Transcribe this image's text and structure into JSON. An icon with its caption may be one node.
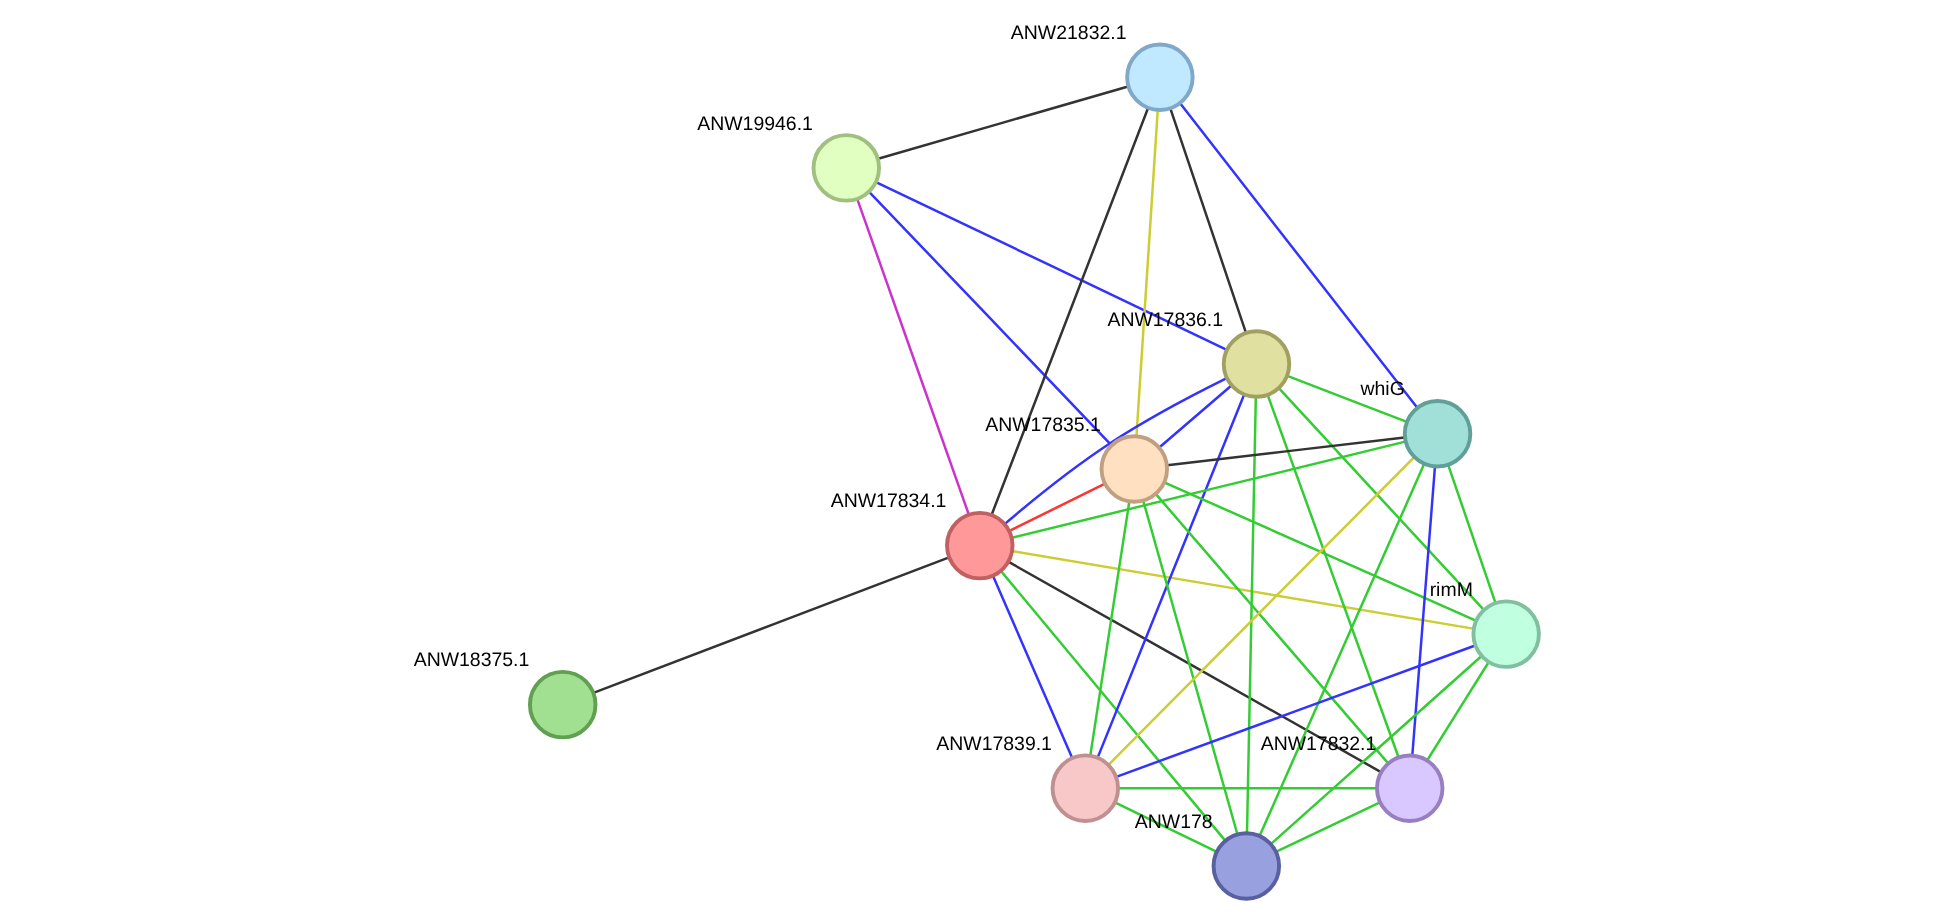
{
  "diagram": {
    "nodes": [
      {
        "text": [],
        "shape": "circle",
        "beside": [
          "ANW19946.1"
        ]
      },
      {
        "text": [],
        "shape": "circle",
        "beside": [
          "ANW21832.1"
        ]
      },
      {
        "text": [],
        "shape": "circle",
        "beside": [
          "ANW18375.1"
        ]
      },
      {
        "text": [],
        "shape": "circle",
        "beside": [
          "ANW17834.1"
        ]
      },
      {
        "text": [],
        "shape": "circle",
        "beside": [
          "ANW17836.1"
        ]
      },
      {
        "text": [],
        "shape": "circle",
        "beside": [
          "ANW17835.1"
        ]
      },
      {
        "text": [],
        "shape": "circle",
        "beside": [
          "whiG"
        ]
      },
      {
        "text": [],
        "shape": "circle",
        "beside": [
          "rimM"
        ]
      },
      {
        "text": [],
        "shape": "circle",
        "beside": [
          "ANW17839.1"
        ]
      },
      {
        "text": [],
        "shape": "circle",
        "beside": [
          "ANW17832.1"
        ]
      },
      {
        "text": [],
        "shape": "circle",
        "beside": [
          "ANW178"
        ]
      }
    ],
    "edges": [
      {
        "from": 1,
        "to": 0,
        "arrow": "none",
        "color": "#333333"
      },
      {
        "from": 0,
        "to": 4,
        "arrow": "none",
        "color": "#3333ff"
      },
      {
        "from": 0,
        "to": 5,
        "arrow": "none",
        "color": "#3333ff"
      },
      {
        "from": 0,
        "to": 3,
        "arrow": "none",
        "color": "#cc33cc"
      },
      {
        "from": 1,
        "to": 6,
        "arrow": "none",
        "color": "#3333ff"
      },
      {
        "from": 1,
        "to": 4,
        "arrow": "none",
        "color": "#333333"
      },
      {
        "from": 1,
        "to": 5,
        "arrow": "none",
        "color": "#cccc33"
      },
      {
        "from": 1,
        "to": 3,
        "arrow": "none",
        "color": "#333333"
      },
      {
        "from": 3,
        "to": 2,
        "arrow": "none",
        "color": "#333333"
      },
      {
        "from": 4,
        "to": 3,
        "arrow": "none",
        "color": "#3333ff"
      },
      {
        "from": 4,
        "to": 5,
        "arrow": "none",
        "color": "#3333ff"
      },
      {
        "from": 5,
        "to": 3,
        "arrow": "none",
        "color": "#ff3333"
      },
      {
        "from": 6,
        "to": 5,
        "arrow": "none",
        "color": "#333333"
      },
      {
        "from": 6,
        "to": 3,
        "arrow": "none"
      },
      {
        "from": 6,
        "to": 4,
        "arrow": "none"
      },
      {
        "from": 6,
        "to": 8,
        "arrow": "none",
        "color": "#cccc33"
      },
      {
        "from": 6,
        "to": 9,
        "arrow": "none",
        "color": "#3333ff"
      },
      {
        "from": 6,
        "to": 7,
        "arrow": "none"
      },
      {
        "from": 6,
        "to": 10,
        "arrow": "none"
      },
      {
        "from": 4,
        "to": 8,
        "arrow": "none",
        "color": "#3333ff"
      },
      {
        "from": 4,
        "to": 9,
        "arrow": "none"
      },
      {
        "from": 4,
        "to": 7,
        "arrow": "none"
      },
      {
        "from": 4,
        "to": 10,
        "arrow": "none"
      },
      {
        "from": 5,
        "to": 8,
        "arrow": "none"
      },
      {
        "from": 5,
        "to": 10,
        "arrow": "none"
      },
      {
        "from": 5,
        "to": 9,
        "arrow": "none"
      },
      {
        "from": 5,
        "to": 7,
        "arrow": "none"
      },
      {
        "from": 3,
        "to": 10,
        "arrow": "none"
      },
      {
        "from": 3,
        "to": 9,
        "arrow": "none",
        "color": "#333333"
      },
      {
        "from": 3,
        "to": 7,
        "arrow": "none",
        "color": "#cccc33"
      },
      {
        "from": 3,
        "to": 8,
        "arrow": "none",
        "color": "#3333ff"
      },
      {
        "from": 8,
        "to": 7,
        "arrow": "none",
        "color": "#3333ff"
      },
      {
        "from": 8,
        "to": 9,
        "arrow": "none"
      },
      {
        "from": 8,
        "to": 10,
        "arrow": "none"
      },
      {
        "from": 10,
        "to": 9,
        "arrow": "none"
      },
      {
        "from": 9,
        "to": 7,
        "arrow": "none"
      },
      {
        "from": 10,
        "to": 7,
        "arrow": "none"
      }
    ]
  }
}
